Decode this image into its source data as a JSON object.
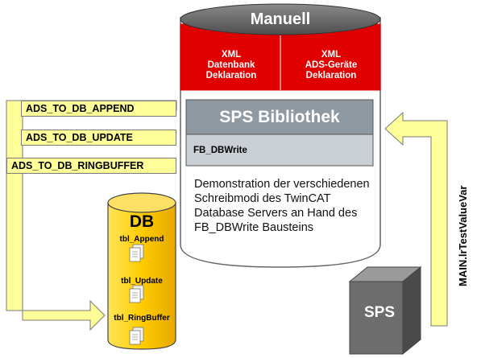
{
  "title": "Manuell",
  "declarations": [
    {
      "lines": [
        "XML",
        "Datenbank",
        "Deklaration"
      ]
    },
    {
      "lines": [
        "XML",
        "ADS-Geräte",
        "Deklaration"
      ]
    }
  ],
  "library": {
    "title": "SPS Bibliothek",
    "function_block": "FB_DBWrite",
    "description": "Demonstration der verschiedenen Schreibmodi des TwinCAT Database Servers an Hand des FB_DBWrite Bausteins"
  },
  "modes": [
    "ADS_TO_DB_APPEND",
    "ADS_TO_DB_UPDATE",
    "ADS_TO_DB_RINGBUFFER"
  ],
  "database": {
    "title": "DB",
    "tables": [
      "tbl_Append",
      "tbl_Update",
      "tbl_RingBuffer"
    ]
  },
  "plc": {
    "label": "SPS"
  },
  "variable": "MAIN.lrTestValueVar",
  "colors": {
    "arrow_fill": "#ffff99",
    "db_fill": "#ffcc00",
    "red_band": "#e00000",
    "library_header": "#8e99a2",
    "plc_box": "#6d6d6d"
  }
}
